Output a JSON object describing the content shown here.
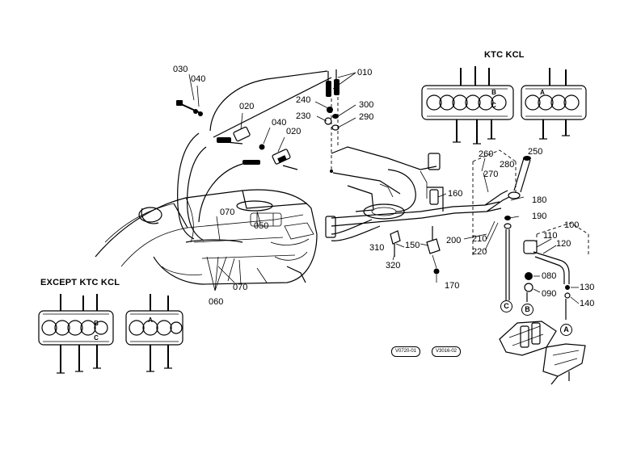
{
  "headings": {
    "ktc_kcl": "KTC KCL",
    "except_ktc_kcl": "EXCEPT KTC KCL"
  },
  "part_labels": {
    "p010": "010",
    "p020a": "020",
    "p020b": "020",
    "p030": "030",
    "p040a": "040",
    "p040b": "040",
    "p050": "050",
    "p060": "060",
    "p070a": "070",
    "p070b": "070",
    "p080": "080",
    "p090": "090",
    "p100": "100",
    "p110": "110",
    "p120": "120",
    "p130": "130",
    "p140": "140",
    "p150": "150",
    "p160": "160",
    "p170": "170",
    "p180": "180",
    "p190": "190",
    "p200": "200",
    "p210": "210",
    "p220": "220",
    "p230": "230",
    "p240": "240",
    "p250": "250",
    "p260": "260",
    "p270": "270",
    "p280": "280",
    "p290": "290",
    "p300": "300",
    "p310": "310",
    "p320": "320"
  },
  "callouts": {
    "a_main": "A",
    "b_main": "B",
    "c_main": "C",
    "a_ktc": "A",
    "b_ktc": "B",
    "c_ktc": "C",
    "a_exc": "A",
    "b_exc": "B",
    "c_exc": "C"
  },
  "stamps": {
    "left": "V0720-01",
    "right": "V3016-02"
  }
}
